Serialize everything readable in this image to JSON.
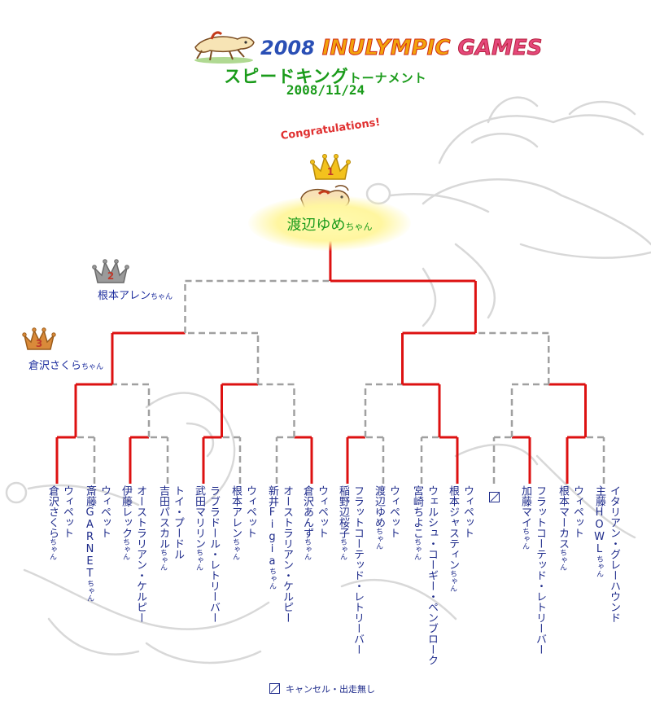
{
  "header": {
    "logo_year": "2008",
    "logo_word": "INULYMPIC",
    "logo_games": "GAMES",
    "title_main": "スピードキング",
    "title_sub": "トーナメント",
    "date": "2008/11/24"
  },
  "winner": {
    "congrats": "Congratulations!",
    "rank": "1",
    "name": "渡辺ゆめ",
    "suffix": "ちゃん"
  },
  "second": {
    "rank": "2",
    "name": "根本アレン",
    "suffix": "ちゃん"
  },
  "third": {
    "rank": "3",
    "name": "倉沢さくら",
    "suffix": "ちゃん"
  },
  "entrants": [
    {
      "breed": "ウィペット",
      "name": "倉沢さくら",
      "suffix": "ちゃん"
    },
    {
      "breed": "ウィペット",
      "name": "斎藤GARNET",
      "suffix": "ちゃん"
    },
    {
      "breed": "オーストラリアン・ケルピー",
      "name": "伊藤レック",
      "suffix": "ちゃん"
    },
    {
      "breed": "トイ・プードル",
      "name": "吉田パスカル",
      "suffix": "ちゃん"
    },
    {
      "breed": "ラブラドール・レトリーバー",
      "name": "武田マリリン",
      "suffix": "ちゃん"
    },
    {
      "breed": "ウィペット",
      "name": "根本アレン",
      "suffix": "ちゃん"
    },
    {
      "breed": "オーストラリアン・ケルピー",
      "name": "新井Figia",
      "suffix": "ちゃん"
    },
    {
      "breed": "ウィペット",
      "name": "倉沢あんず",
      "suffix": "ちゃん"
    },
    {
      "breed": "フラットコーテッド・レトリーバー",
      "name": "稲野辺桜子",
      "suffix": "ちゃん"
    },
    {
      "breed": "ウィペット",
      "name": "渡辺ゆめ",
      "suffix": "ちゃん"
    },
    {
      "breed": "ウェルシュ・コーギー・ペンブローク",
      "name": "宮崎ちよこ",
      "suffix": "ちゃん"
    },
    {
      "breed": "ウィペット",
      "name": "根本ジャスティン",
      "suffix": "ちゃん"
    },
    {
      "cancelled": true
    },
    {
      "breed": "フラットコーテッド・レトリーバー",
      "name": "加藤マイ",
      "suffix": "ちゃん"
    },
    {
      "breed": "ウィペット",
      "name": "根本マーカス",
      "suffix": "ちゃん"
    },
    {
      "breed": "イタリアン・グレーハウンド",
      "name": "主藤HOWL",
      "suffix": "ちゃん"
    }
  ],
  "legend": {
    "text": "キャンセル・出走無し"
  },
  "colors": {
    "winner_path": "#dd1111",
    "loser_path": "#a0a0a0",
    "title": "#1a9b1a",
    "names": "#1d2a8a"
  }
}
